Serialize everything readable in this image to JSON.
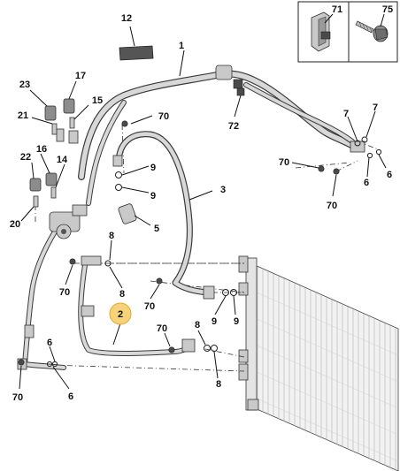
{
  "callouts": {
    "c1": "1",
    "c2": "2",
    "c3": "3",
    "c5": "5",
    "c6a": "6",
    "c6b": "6",
    "c6c": "6",
    "c6d": "6",
    "c7a": "7",
    "c7b": "7",
    "c8a": "8",
    "c8b": "8",
    "c8c": "8",
    "c8d": "8",
    "c9a": "9",
    "c9b": "9",
    "c9c": "9",
    "c9d": "9",
    "c12": "12",
    "c14": "14",
    "c15": "15",
    "c16": "16",
    "c17": "17",
    "c20": "20",
    "c21": "21",
    "c22": "22",
    "c23": "23",
    "c70a": "70",
    "c70b": "70",
    "c70c": "70",
    "c70d": "70",
    "c70e": "70",
    "c70f": "70",
    "c70g": "70",
    "c71": "71",
    "c72": "72",
    "c75": "75"
  },
  "colors": {
    "highlight_fill": "#f6d27a",
    "highlight_stroke": "#e2a92b",
    "label_12_fill": "#555555"
  },
  "icons": [
    "bracket-clip-icon",
    "screw-icon"
  ]
}
